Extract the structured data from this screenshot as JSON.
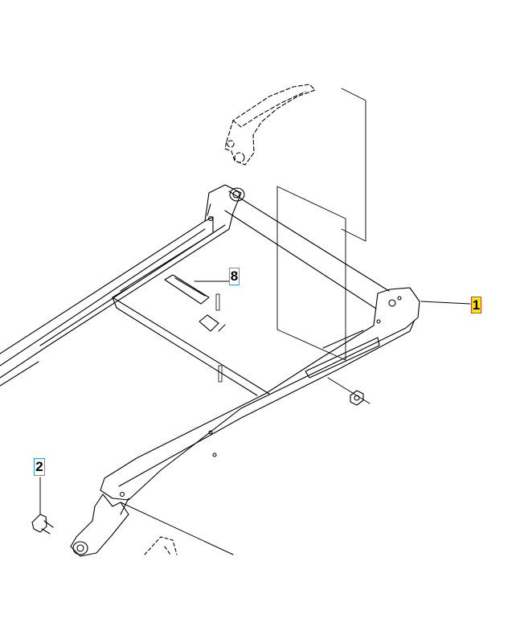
{
  "diagram": {
    "callouts": [
      {
        "id": "part-1",
        "label": "1",
        "highlighted": true
      },
      {
        "id": "part-2",
        "label": "2",
        "highlighted": false
      },
      {
        "id": "part-8",
        "label": "8",
        "highlighted": false
      }
    ],
    "colors": {
      "line": "#000000",
      "callout_border": "#39a3d6",
      "highlight_fill": "#ffeb00",
      "highlight_border": "#e0412a"
    }
  }
}
